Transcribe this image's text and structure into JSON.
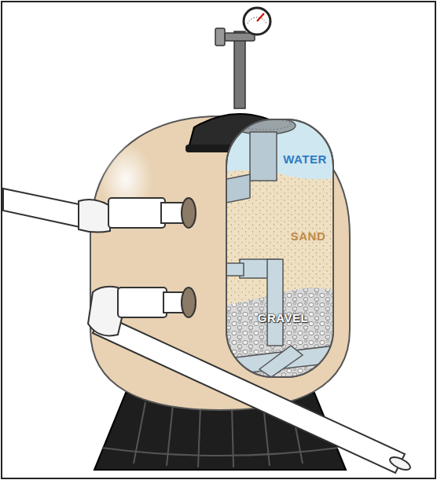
{
  "diagram": {
    "labels": [
      "WATER",
      "SAND",
      "GRAVEL"
    ]
  }
}
